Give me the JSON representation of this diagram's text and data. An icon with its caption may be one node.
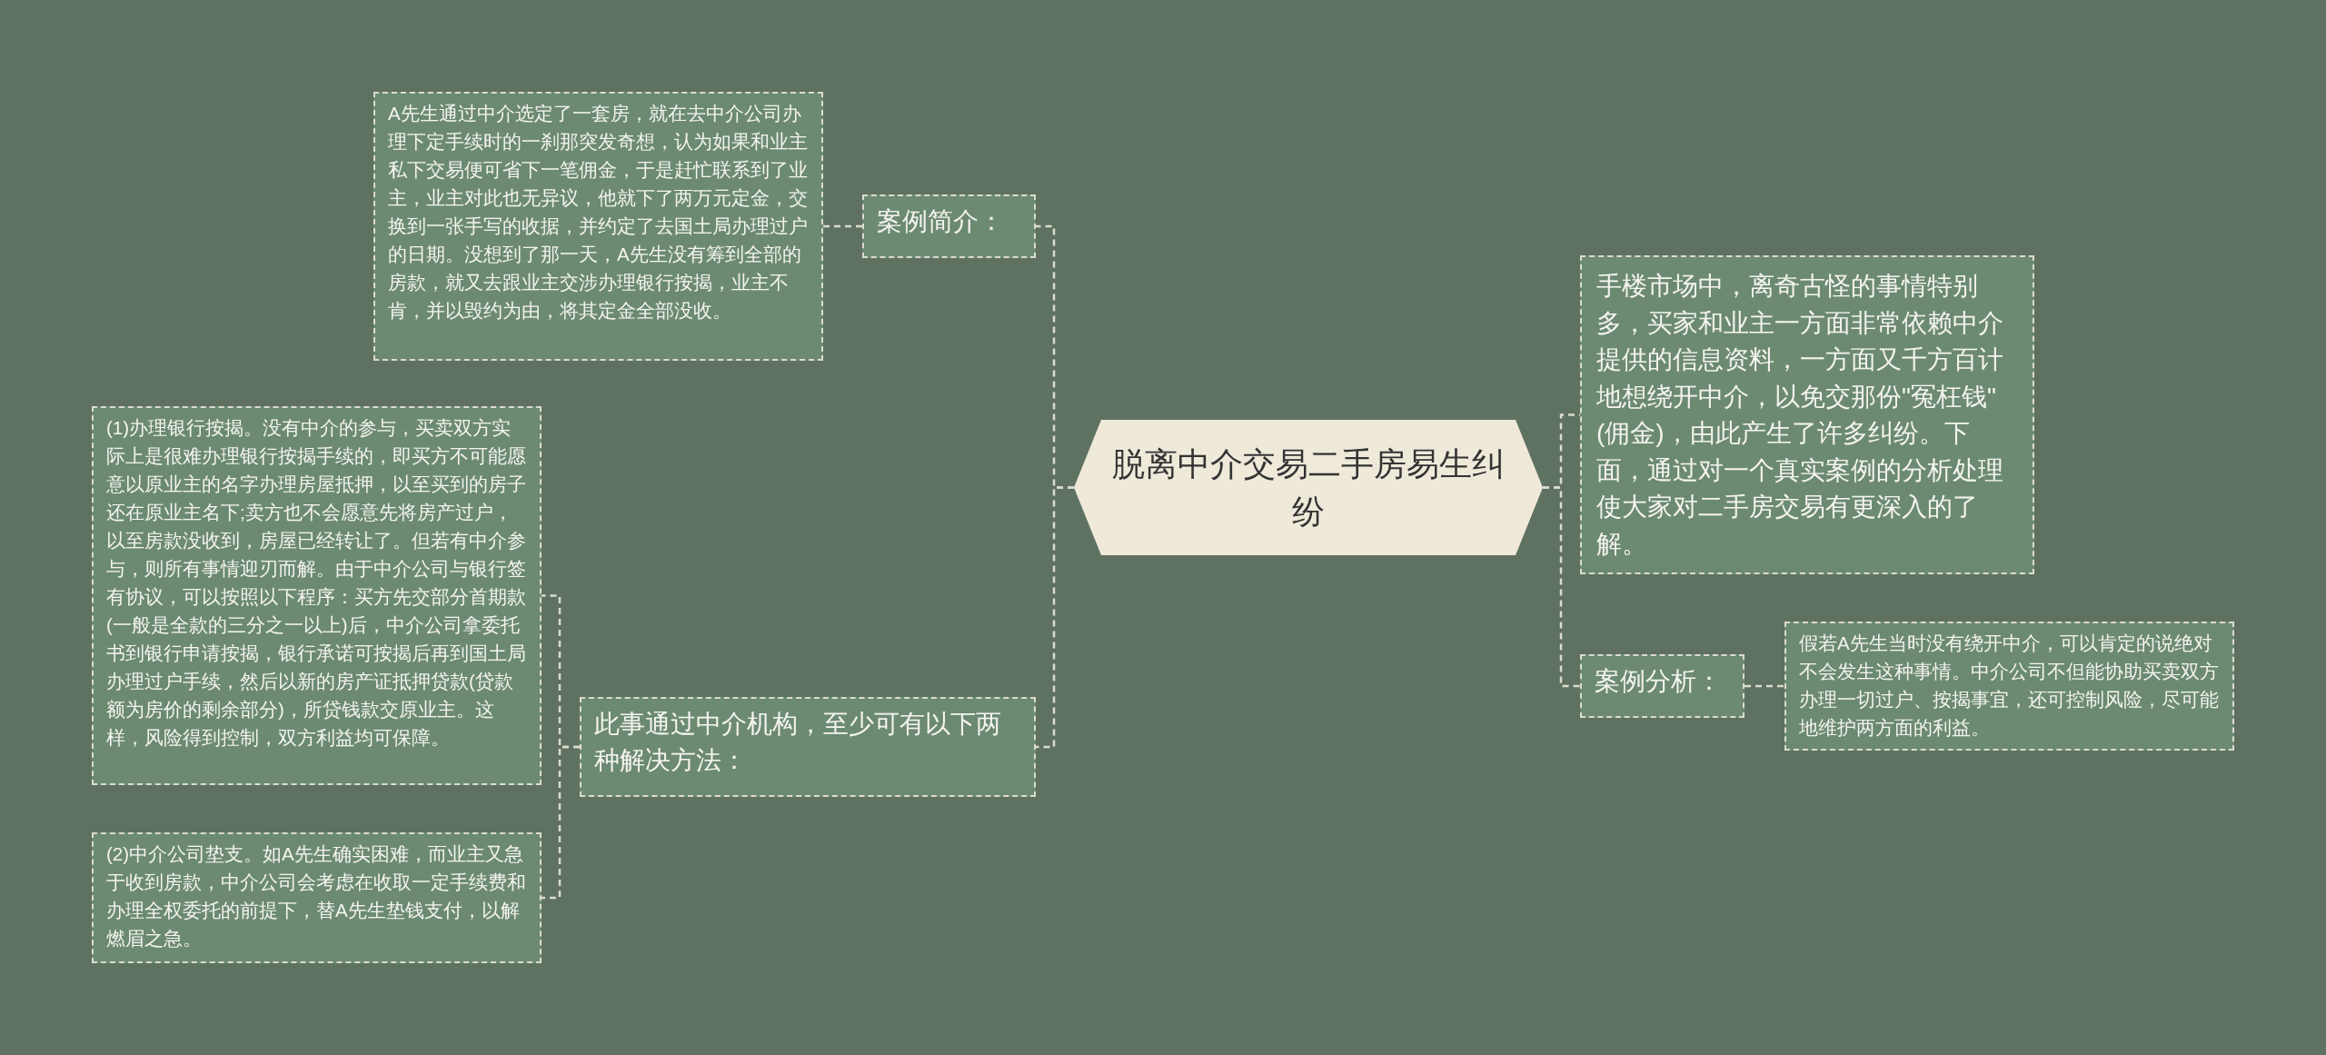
{
  "diagram": {
    "nodes": [
      {
        "text": [
          "脱离中介交易二手房易生纠纷"
        ]
      },
      {
        "text": [
          "案例简介："
        ]
      },
      {
        "text": [
          "A先生通过中介选定了一套房，就在去中介公司办理下定手续时的一刹那突发奇想，认为如果和业主私下交易便可省下一笔佣金，于是赶忙联系到了业主，业主对此也无异议，他就下了两万元定金，交换到一张手写的收据，并约定了去国土局办理过户的日期。没想到了那一天，A先生没有筹到全部的房款，就又去跟业主交涉办理银行按揭，业主不肯，并以毁约为由，将其定金全部没收。"
        ]
      },
      {
        "text": [
          "此事通过中介机构，至少可有以下两种解决方法："
        ]
      },
      {
        "text": [
          "(1)办理银行按揭。没有中介的参与，买卖双方实际上是很难办理银行按揭手续的，即买方不可能愿意以原业主的名字办理房屋抵押，以至买到的房子还在原业主名下;卖方也不会愿意先将房产过户，以至房款没收到，房屋已经转让了。但若有中介参与，则所有事情迎刃而解。由于中介公司与银行签有协议，可以按照以下程序：买方先交部分首期款(一般是全款的三分之一以上)后，中介公司拿委托书到银行申请按揭，银行承诺可按揭后再到国土局办理过户手续，然后以新的房产证抵押贷款(贷款额为房价的剩余部分)，所贷钱款交原业主。这样，风险得到控制，双方利益均可保障。"
        ]
      },
      {
        "text": [
          "(2)中介公司垫支。如A先生确实困难，而业主又急于收到房款，中介公司会考虑在收取一定手续费和办理全权委托的前提下，替A先生垫钱支付，以解燃眉之急。"
        ]
      },
      {
        "text": [
          "手楼市场中，离奇古怪的事情特别多，买家和业主一方面非常依赖中介提供的信息资料，一方面又千方百计地想绕开中介，以免交那份\"冤枉钱\"(佣金)，由此产生了许多纠纷。下面，通过对一个真实案例的分析处理使大家对二手房交易有更深入的了解。"
        ]
      },
      {
        "text": [
          "案例分析："
        ]
      },
      {
        "text": [
          "假若A先生当时没有绕开中介，可以肯定的说绝对不会发生这种事情。中介公司不但能协助买卖双方办理一切过户、按揭事宜，还可控制风险，尽可能地维护两方面的利益。"
        ]
      }
    ],
    "edges": [
      {
        "from": 0,
        "to": 1,
        "arrow": "none"
      },
      {
        "from": 1,
        "to": 2,
        "arrow": "none"
      },
      {
        "from": 0,
        "to": 3,
        "arrow": "none"
      },
      {
        "from": 3,
        "to": 4,
        "arrow": "none"
      },
      {
        "from": 3,
        "to": 5,
        "arrow": "none"
      },
      {
        "from": 0,
        "to": 6,
        "arrow": "none"
      },
      {
        "from": 0,
        "to": 7,
        "arrow": "none"
      },
      {
        "from": 7,
        "to": 8,
        "arrow": "none"
      }
    ]
  }
}
